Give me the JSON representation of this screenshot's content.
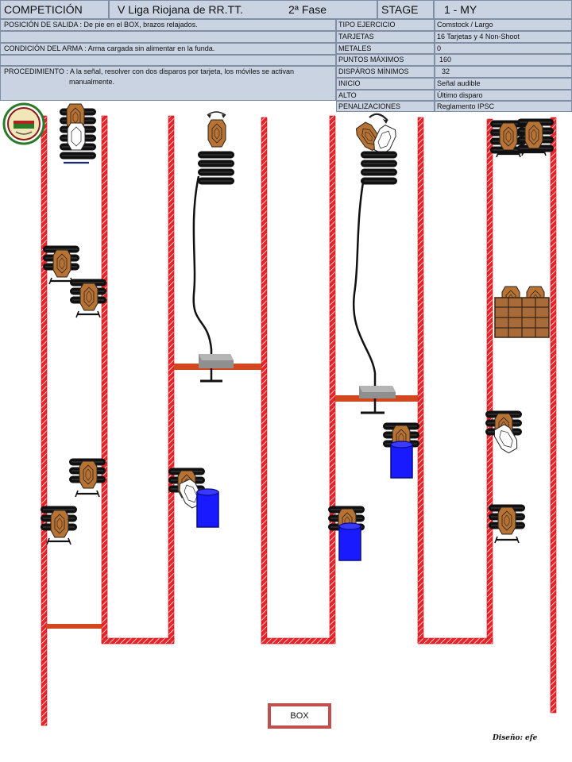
{
  "header": {
    "competition_label": "COMPETICIÓN",
    "competition_name": "V Liga Riojana de RR.TT.",
    "phase": "2ª Fase",
    "stage_label": "STAGE",
    "stage_value": "1 - MY"
  },
  "left_rows": {
    "start_position": "POSICIÓN DE SALIDA : De pie en el BOX, brazos relajados.",
    "weapon_condition": "CONDICIÓN DEL ARMA : Arma cargada sin alimentar en la funda.",
    "procedure_line1": "PROCEDIMIENTO : A la señal, resolver con dos disparos por tarjeta, los móviles se activan",
    "procedure_line2": "manualmente."
  },
  "details": [
    {
      "label": "TIPO EJERCICIO",
      "value": "Comstock /  Largo"
    },
    {
      "label": "TARJETAS",
      "value": "16 Tarjetas y 4 Non-Shoot"
    },
    {
      "label": "METALES",
      "value": "0"
    },
    {
      "label": "PUNTOS MÁXIMOS",
      "value": "160"
    },
    {
      "label": "DISPÁROS MÍNIMOS",
      "value": "32"
    },
    {
      "label": "INICIO",
      "value": "Señal audible"
    },
    {
      "label": "ALTO",
      "value": "Último disparo"
    },
    {
      "label": "PENALIZACIONES",
      "value": "Reglamento IPSC"
    }
  ],
  "box_label": "BOX",
  "designer_credit": "Diseño: efe",
  "colors": {
    "wall": "#e8232a",
    "header_bg": "#c9d3e2",
    "target": "#b87333",
    "no_shoot": "#ffffff",
    "barrel": "#1a1aff",
    "fault_line": "#d2471e"
  }
}
